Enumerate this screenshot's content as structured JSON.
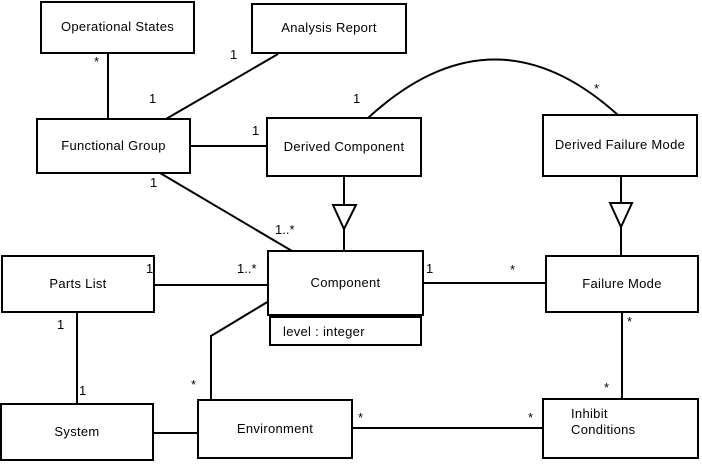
{
  "diagram": {
    "type": "uml-class-diagram",
    "classes": {
      "operational_states": "Operational States",
      "analysis_report": "Analysis Report",
      "functional_group": "Functional Group",
      "derived_component": "Derived Component",
      "derived_failure_mode": "Derived Failure Mode",
      "parts_list": "Parts List",
      "component": "Component",
      "component_attribute": "level : integer",
      "failure_mode": "Failure Mode",
      "system": "System",
      "environment": "Environment",
      "inhibit_conditions": "Inhibit\nConditions"
    },
    "multiplicities": {
      "op_states_end": "*",
      "analysis_fg_end": "1",
      "analysis_report_end": "1",
      "fg_derived_component_end": "1",
      "fg_component_fg_end": "1",
      "fg_component_comp_end": "1..*",
      "arc_derived_component_end": "1",
      "arc_derived_failure_mode_end": "*",
      "parts_list_end": "1",
      "parts_list_component_end": "1..*",
      "component_fm_comp_end": "1",
      "component_fm_fm_end": "*",
      "component_env_end": "*",
      "parts_list_system_top": "1",
      "parts_list_system_bottom": "1",
      "env_inhibit_left": "*",
      "env_inhibit_right": "*",
      "fm_inhibit_top": "*",
      "fm_inhibit_bottom": "*"
    },
    "associations": [
      {
        "from": "Operational States",
        "to": "Functional Group",
        "from_mult": "*"
      },
      {
        "from": "Analysis Report",
        "to": "Functional Group",
        "from_mult": "1",
        "to_mult": "1"
      },
      {
        "from": "Functional Group",
        "to": "Derived Component",
        "to_mult": "1"
      },
      {
        "from": "Functional Group",
        "to": "Component",
        "from_mult": "1",
        "to_mult": "1..*"
      },
      {
        "from": "Derived Component",
        "to": "Derived Failure Mode",
        "from_mult": "1",
        "to_mult": "*",
        "shape": "arc"
      },
      {
        "from": "Parts List",
        "to": "Component",
        "from_mult": "1",
        "to_mult": "1..*"
      },
      {
        "from": "Component",
        "to": "Failure Mode",
        "from_mult": "1",
        "to_mult": "*"
      },
      {
        "from": "Component",
        "to": "Environment",
        "to_mult": "*"
      },
      {
        "from": "Parts List",
        "to": "System",
        "from_mult": "1",
        "to_mult": "1"
      },
      {
        "from": "System",
        "to": "Environment"
      },
      {
        "from": "Environment",
        "to": "Inhibit Conditions",
        "from_mult": "*",
        "to_mult": "*"
      },
      {
        "from": "Failure Mode",
        "to": "Inhibit Conditions",
        "from_mult": "*",
        "to_mult": "*"
      }
    ],
    "generalizations": [
      {
        "child": "Derived Component",
        "parent": "Component"
      },
      {
        "child": "Derived Failure Mode",
        "parent": "Failure Mode"
      }
    ],
    "colors": {
      "line": "#000000",
      "background": "#ffffff",
      "text": "#000000"
    }
  }
}
